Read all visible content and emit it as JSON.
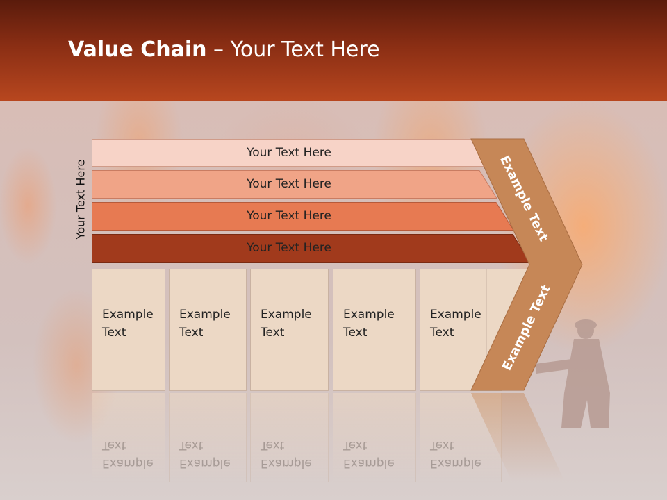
{
  "title": {
    "bold": "Value Chain",
    "rest": " – Your Text Here"
  },
  "side_label": "Your Text Here",
  "bars": [
    {
      "label": "Your Text Here",
      "color": "#f7d3c7"
    },
    {
      "label": "Your Text Here",
      "color": "#f0a487"
    },
    {
      "label": "Your Text Here",
      "color": "#e77a52"
    },
    {
      "label": "Your Text Here",
      "color": "#a13a1c"
    }
  ],
  "columns": [
    {
      "line1": "Example",
      "line2": "Text"
    },
    {
      "line1": "Example",
      "line2": "Text"
    },
    {
      "line1": "Example",
      "line2": "Text"
    },
    {
      "line1": "Example",
      "line2": "Text"
    },
    {
      "line1": "Example",
      "line2": "Text"
    }
  ],
  "chevron": {
    "upper_text": "Example Text",
    "lower_text": "Example Text",
    "color": "#c68757"
  },
  "colors": {
    "header_dark": "#5a1b0c",
    "header_light": "#b8471f",
    "cell_fill": "#ecd8c5"
  }
}
